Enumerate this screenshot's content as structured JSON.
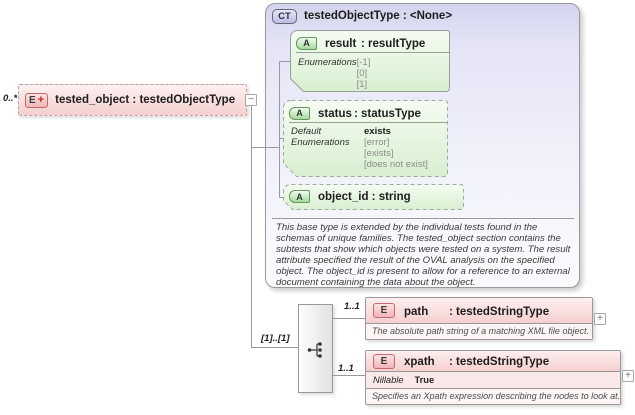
{
  "root_element": {
    "cardinality": "0..*",
    "badge": "E",
    "expand_glyph": "+",
    "label": "tested_object : testedObjectType",
    "collapse_glyph": "−"
  },
  "complex_type": {
    "badge": "CT",
    "title": "testedObjectType : <None>",
    "attributes": [
      {
        "badge": "A",
        "name": "result",
        "type": ": resultType",
        "enum_label": "Enumerations",
        "enum_values": [
          "[-1]",
          "[0]",
          "[1]"
        ]
      },
      {
        "badge": "A",
        "name": "status",
        "type": ": statusType",
        "default_label": "Default",
        "default_value": "exists",
        "enum_label": "Enumerations",
        "enum_values": [
          "[error]",
          "[exists]",
          "[does not exist]"
        ]
      },
      {
        "badge": "A",
        "label": "object_id : string"
      }
    ],
    "description": "This base type is extended by the individual tests found in the schemas of unique families.  The tested_object section contains the subtests that show which objects were tested on a system. The result attribute specified the result of the OVAL analysis on the specified object. The object_id is present to allow for a reference to an external document containing the data about the object."
  },
  "compositor": {
    "occurrence_label": "[1]..[1]"
  },
  "child_elements": [
    {
      "cardinality": "1..1",
      "badge": "E",
      "name": "path",
      "type": ": testedStringType",
      "description": "The absolute path string of a matching XML file object.",
      "expand_glyph": "+"
    },
    {
      "cardinality": "1..1",
      "badge": "E",
      "name": "xpath",
      "type": ": testedStringType",
      "nillable_label": "Nillable",
      "nillable_value": "True",
      "description": "Specifies an Xpath expression describing the nodes to look at.",
      "expand_glyph": "+"
    }
  ]
}
